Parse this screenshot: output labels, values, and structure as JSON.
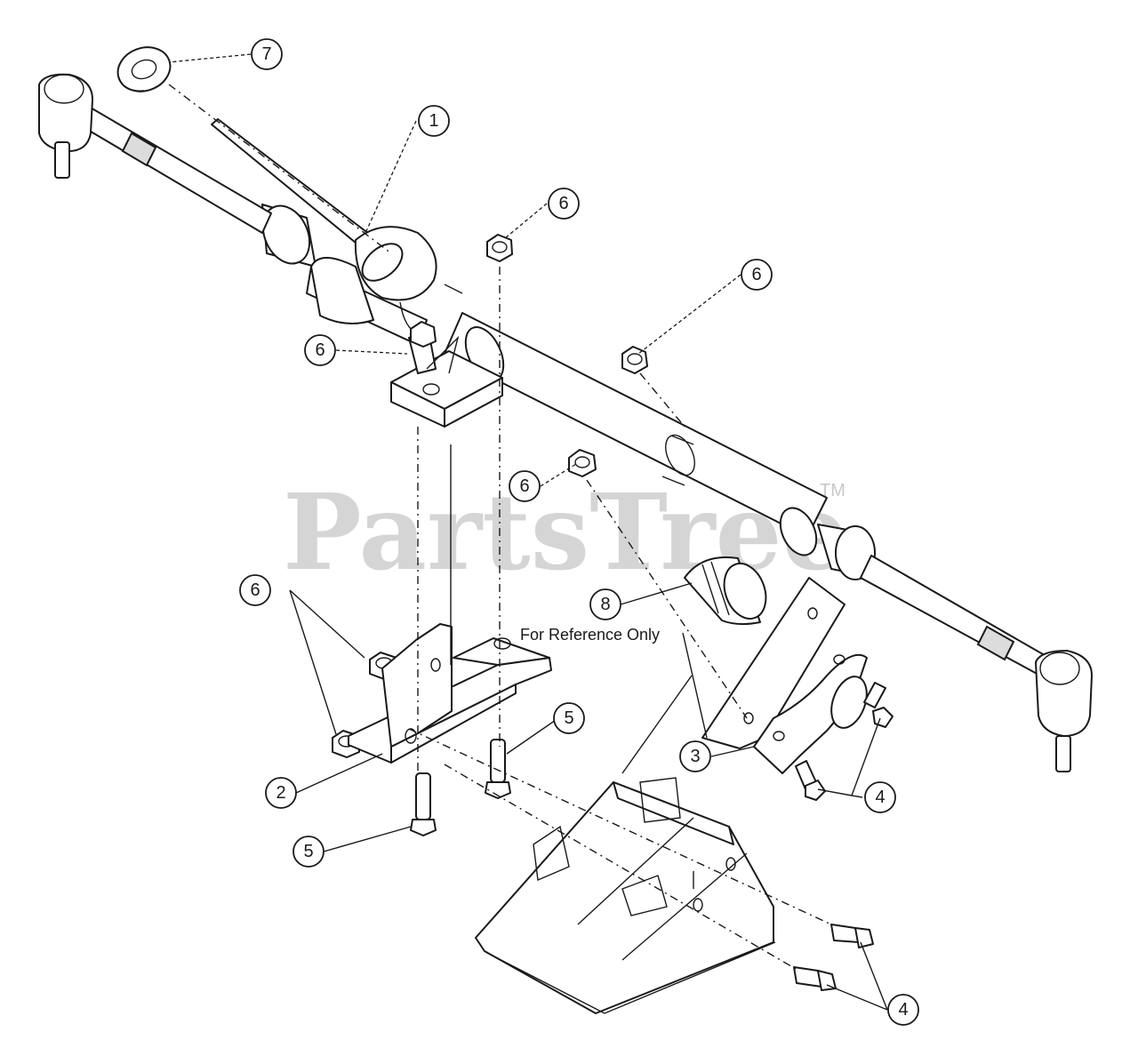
{
  "watermark": {
    "brand": "PartsTree",
    "trademark": "TM"
  },
  "reference_note": "For Reference Only",
  "callouts": [
    {
      "id": "c-7",
      "label": "7"
    },
    {
      "id": "c-1",
      "label": "1"
    },
    {
      "id": "c-6a",
      "label": "6"
    },
    {
      "id": "c-6b",
      "label": "6"
    },
    {
      "id": "c-6c",
      "label": "6"
    },
    {
      "id": "c-6d",
      "label": "6"
    },
    {
      "id": "c-6e",
      "label": "6"
    },
    {
      "id": "c-8",
      "label": "8"
    },
    {
      "id": "c-5a",
      "label": "5"
    },
    {
      "id": "c-2",
      "label": "2"
    },
    {
      "id": "c-5b",
      "label": "5"
    },
    {
      "id": "c-3",
      "label": "3"
    },
    {
      "id": "c-4a",
      "label": "4"
    },
    {
      "id": "c-4b",
      "label": "4"
    }
  ]
}
